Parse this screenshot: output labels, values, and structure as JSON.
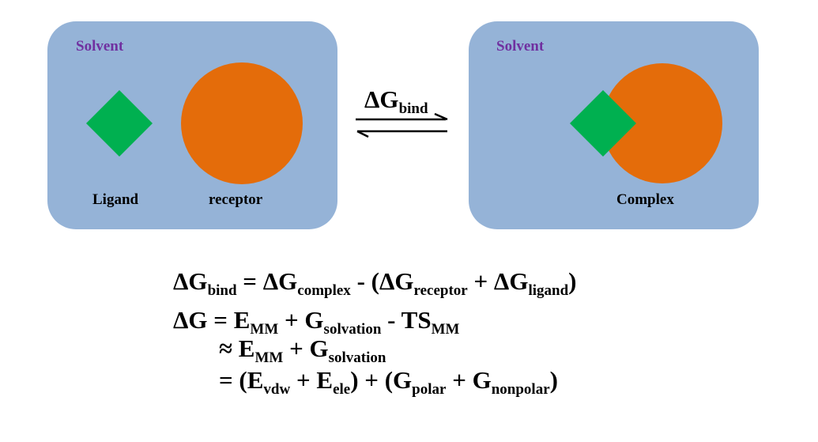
{
  "left_panel": {
    "solvent_label": "Solvent",
    "ligand_label": "Ligand",
    "receptor_label": "receptor"
  },
  "right_panel": {
    "solvent_label": "Solvent",
    "complex_label": "Complex"
  },
  "colors": {
    "panel": "#95b3d7",
    "ligand": "#00b050",
    "receptor": "#e46c0a",
    "solvent_text": "#7030a0"
  },
  "reaction": {
    "symbol": "ΔG",
    "sub": "bind"
  },
  "equations": {
    "line1": {
      "a": "ΔG",
      "a_sub": "bind",
      "b": " = ΔG",
      "b_sub": "complex",
      "c": " - (ΔG",
      "c_sub": "receptor",
      "d": " + ΔG",
      "d_sub": "ligand",
      "e": ")"
    },
    "line2": {
      "a": "ΔG = E",
      "a_sub": "MM",
      "b": " + G",
      "b_sub": "solvation",
      "c": " - TS",
      "c_sub": "MM"
    },
    "line3": {
      "a": "≈ E",
      "a_sub": "MM",
      "b": " + G",
      "b_sub": "solvation"
    },
    "line4": {
      "a": "= (E",
      "a_sub": "vdw",
      "b": " + E",
      "b_sub": "ele",
      "c": ") + (G",
      "c_sub": "polar",
      "d": " + G",
      "d_sub": "nonpolar",
      "e": ")"
    }
  }
}
